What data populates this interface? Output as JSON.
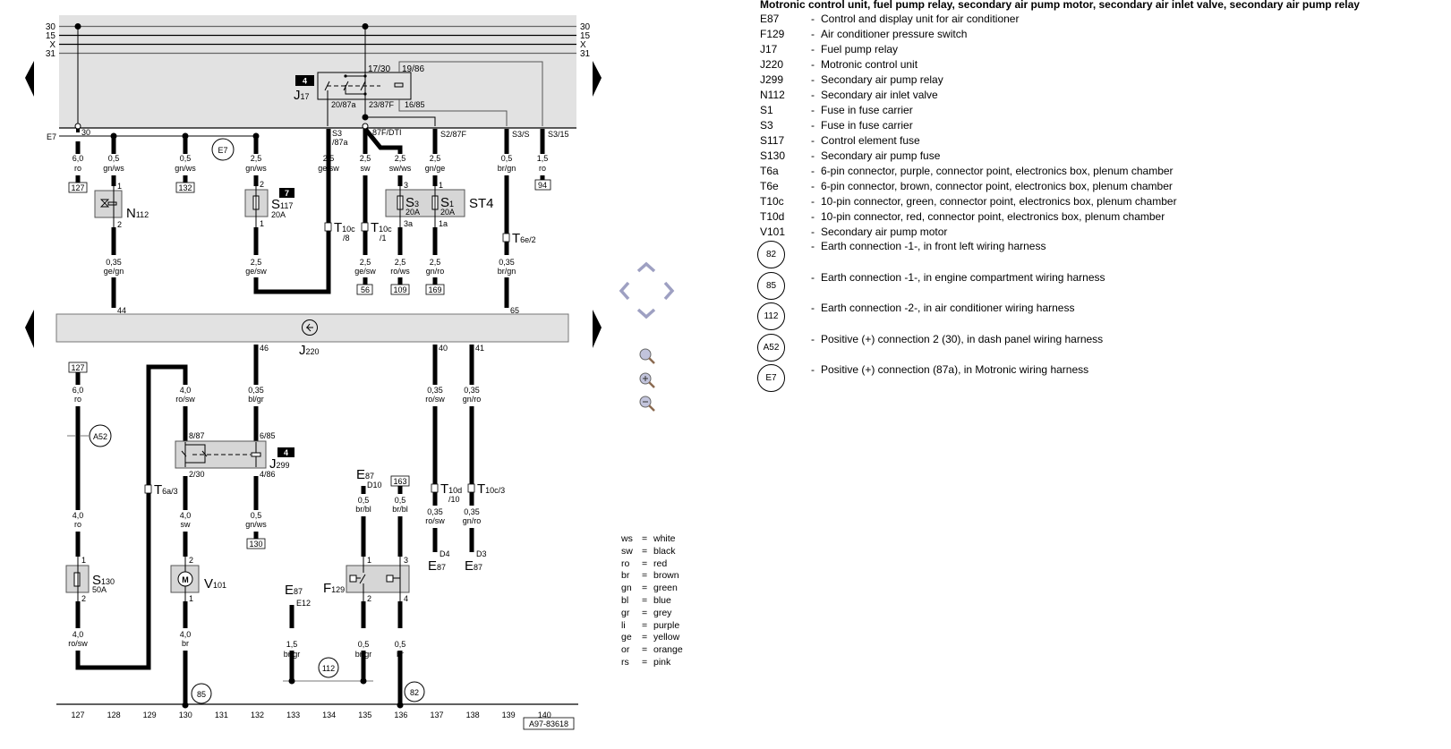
{
  "title": "Motronic control unit, fuel pump relay, secondary air pump motor, secondary air inlet valve, secondary air pump relay",
  "diagram_id": "A97-83618",
  "bus_lines": [
    "30",
    "15",
    "X",
    "31"
  ],
  "track_numbers": [
    "127",
    "128",
    "129",
    "130",
    "131",
    "132",
    "133",
    "134",
    "135",
    "136",
    "137",
    "138",
    "139",
    "140"
  ],
  "components": {
    "J17": {
      "base": "J",
      "sub": "17",
      "badge": "4",
      "pins_top": [
        "17/30",
        "19/86"
      ],
      "pins_bottom": [
        "20/87a",
        "23/87F",
        "16/85"
      ]
    },
    "J220": {
      "base": "J",
      "sub": "220",
      "pins": [
        "44",
        "65",
        "46",
        "40",
        "41"
      ]
    },
    "J299": {
      "base": "J",
      "sub": "299",
      "badge": "4",
      "pins": [
        "8/87",
        "6/85",
        "2/30",
        "4/86"
      ]
    },
    "N112": {
      "base": "N",
      "sub": "112",
      "pins": [
        "1",
        "2"
      ]
    },
    "S117": {
      "base": "S",
      "sub": "117",
      "rating": "20A",
      "badge": "7",
      "pins": [
        "2",
        "1"
      ]
    },
    "S130": {
      "base": "S",
      "sub": "130",
      "rating": "50A",
      "pins": [
        "1",
        "2"
      ]
    },
    "V101": {
      "base": "V",
      "sub": "101",
      "pins": [
        "2",
        "1"
      ]
    },
    "F129": {
      "base": "F",
      "sub": "129",
      "pins": [
        "1",
        "3",
        "2",
        "4"
      ]
    },
    "ST4": {
      "label": "ST4",
      "S3": {
        "base": "S",
        "sub": "3",
        "rating": "20A",
        "pins": [
          "3",
          "3a"
        ]
      },
      "S1": {
        "base": "S",
        "sub": "1",
        "rating": "20A",
        "pins": [
          "1",
          "1a"
        ]
      }
    },
    "E87_a": {
      "base": "E",
      "sub": "87",
      "pin": "D10"
    },
    "E87_b": {
      "base": "E",
      "sub": "87",
      "pin": "E12"
    },
    "E87_c": {
      "base": "E",
      "sub": "87",
      "pin": "D4"
    },
    "E87_d": {
      "base": "E",
      "sub": "87",
      "pin": "D3"
    }
  },
  "connectors": {
    "T10c_8": {
      "base": "T",
      "sub": "10c",
      "suffix": "/8"
    },
    "T10c_1": {
      "base": "T",
      "sub": "10c",
      "suffix": "/1"
    },
    "T6e_2": {
      "base": "T",
      "sub": "6e/2"
    },
    "T6a_3": {
      "base": "T",
      "sub": "6a/3"
    },
    "T10d_10": {
      "base": "T",
      "sub": "10d",
      "suffix": "/10"
    },
    "T10c_3": {
      "base": "T",
      "sub": "10c/3"
    }
  },
  "top_labels": {
    "e7_line": "E7",
    "pin30": "30",
    "s3_87a_1": "S3",
    "s3_87a_2": "/87a",
    "dti": "87F/DTI",
    "s2_87f": "S2/87F",
    "s3_s": "S3/S",
    "s3_15": "S3/15"
  },
  "wires": {
    "w1": [
      "6,0",
      "ro"
    ],
    "w2": [
      "0,5",
      "gn/ws"
    ],
    "w3": [
      "0,5",
      "gn/ws"
    ],
    "w4": [
      "2,5",
      "gn/ws"
    ],
    "w5": [
      "2,5",
      "ge/sw"
    ],
    "w6": [
      "2,5",
      "sw"
    ],
    "w7": [
      "2,5",
      "sw/ws"
    ],
    "w8": [
      "2,5",
      "gn/ge"
    ],
    "w9": [
      "0,5",
      "br/gn"
    ],
    "w10": [
      "1,5",
      "ro"
    ],
    "w11": [
      "0,35",
      "ge/gn"
    ],
    "w12": [
      "2,5",
      "ge/sw"
    ],
    "w13": [
      "2,5",
      "ge/sw"
    ],
    "w14": [
      "2,5",
      "ro/ws"
    ],
    "w15": [
      "2,5",
      "gn/ro"
    ],
    "w16": [
      "0,35",
      "br/gn"
    ],
    "w17": [
      "6,0",
      "ro"
    ],
    "w18": [
      "4,0",
      "ro/sw"
    ],
    "w19": [
      "0,35",
      "bl/gr"
    ],
    "w20": [
      "0,35",
      "ro/sw"
    ],
    "w21": [
      "0,35",
      "gn/ro"
    ],
    "w22": [
      "4,0",
      "ro"
    ],
    "w23": [
      "4,0",
      "sw"
    ],
    "w24": [
      "0,5",
      "gn/ws"
    ],
    "w25": [
      "0,5",
      "br/bl"
    ],
    "w26": [
      "0,5",
      "br/bl"
    ],
    "w27": [
      "0,35",
      "ro/sw"
    ],
    "w28": [
      "0,35",
      "gn/ro"
    ],
    "w29": [
      "4,0",
      "ro/sw"
    ],
    "w30": [
      "4,0",
      "br"
    ],
    "w31": [
      "1,5",
      "br/gr"
    ],
    "w32": [
      "0,5",
      "br/gr"
    ],
    "w33": [
      "0,5",
      "br"
    ]
  },
  "refs": {
    "r127": "127",
    "r132": "132",
    "r94": "94",
    "r56": "56",
    "r109": "109",
    "r169": "169",
    "r127b": "127",
    "r130": "130",
    "r163": "163"
  },
  "earth_points": {
    "e7": "E7",
    "a52": "A52",
    "e85": "85",
    "e82": "82",
    "e112": "112"
  },
  "legend": {
    "items": [
      {
        "code": "E87",
        "desc": "Control and display unit for air conditioner"
      },
      {
        "code": "F129",
        "desc": "Air conditioner pressure switch"
      },
      {
        "code": "J17",
        "desc": "Fuel pump relay"
      },
      {
        "code": "J220",
        "desc": "Motronic control unit"
      },
      {
        "code": "J299",
        "desc": "Secondary air pump relay"
      },
      {
        "code": "N112",
        "desc": "Secondary air inlet valve"
      },
      {
        "code": "S1",
        "desc": "Fuse in fuse carrier"
      },
      {
        "code": "S3",
        "desc": "Fuse in fuse carrier"
      },
      {
        "code": "S117",
        "desc": "Control element fuse"
      },
      {
        "code": "S130",
        "desc": "Secondary air pump fuse"
      },
      {
        "code": "T6a",
        "desc": "6-pin connector, purple, connector point, electronics box, plenum chamber"
      },
      {
        "code": "T6e",
        "desc": "6-pin connector, brown, connector point, electronics box, plenum chamber"
      },
      {
        "code": "T10c",
        "desc": "10-pin connector, green, connector point, electronics box, plenum chamber"
      },
      {
        "code": "T10d",
        "desc": "10-pin connector, red, connector point, electronics box, plenum chamber"
      },
      {
        "code": "V101",
        "desc": "Secondary air pump motor"
      }
    ],
    "points": [
      {
        "code": "82",
        "desc": "Earth connection -1-, in front left wiring harness"
      },
      {
        "code": "85",
        "desc": "Earth connection -1-, in engine compartment wiring harness"
      },
      {
        "code": "112",
        "desc": "Earth connection -2-, in air conditioner wiring harness"
      },
      {
        "code": "A52",
        "desc": "Positive (+) connection 2 (30), in dash panel wiring harness"
      },
      {
        "code": "E7",
        "desc": "Positive (+) connection (87a), in Motronic wiring harness"
      }
    ]
  },
  "color_key": [
    {
      "code": "ws",
      "name": "white"
    },
    {
      "code": "sw",
      "name": "black"
    },
    {
      "code": "ro",
      "name": "red"
    },
    {
      "code": "br",
      "name": "brown"
    },
    {
      "code": "gn",
      "name": "green"
    },
    {
      "code": "bl",
      "name": "blue"
    },
    {
      "code": "gr",
      "name": "grey"
    },
    {
      "code": "li",
      "name": "purple"
    },
    {
      "code": "ge",
      "name": "yellow"
    },
    {
      "code": "or",
      "name": "orange"
    },
    {
      "code": "rs",
      "name": "pink"
    }
  ],
  "controls": {
    "pan_up": "pan-up",
    "pan_down": "pan-down",
    "pan_left": "pan-left",
    "pan_right": "pan-right",
    "zoom_fit": "zoom",
    "zoom_in": "zoom-in",
    "zoom_out": "zoom-out",
    "prev_page": "previous-page",
    "next_page": "next-page"
  },
  "colors": {
    "panel": "#e2e2e2",
    "component": "#d6d6d6",
    "line": "#000000",
    "nav_icon": "#a8aac8"
  }
}
